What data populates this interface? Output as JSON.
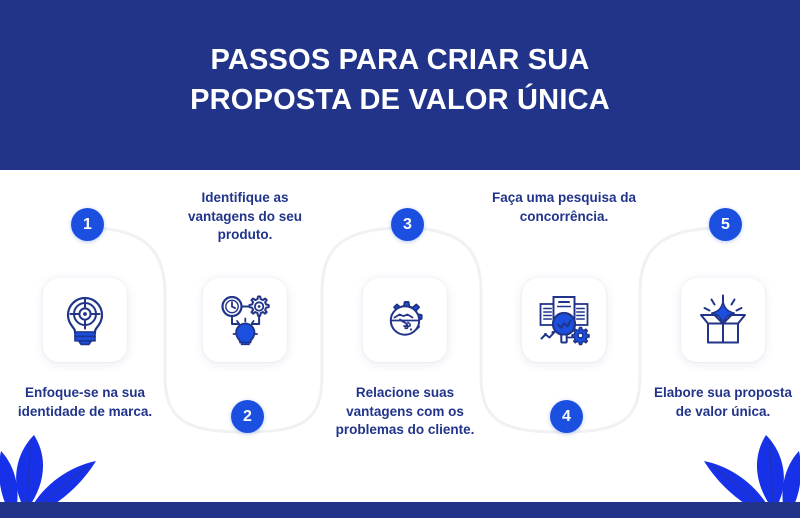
{
  "header": {
    "title": "PASSOS PARA CRIAR SUA\nPROPOSTA DE VALOR ÚNICA"
  },
  "colors": {
    "header_background": "#21348a",
    "page_background": "#ffffff",
    "badge_background": "#1a4fe0",
    "badge_text": "#ffffff",
    "caption_text": "#21348a",
    "icon_dark": "#21348a",
    "icon_accent": "#1a4fe0",
    "connector_line": "#f0f0f2",
    "leaf": "#1731e8",
    "bottom_bar": "#21348a"
  },
  "steps": [
    {
      "number": "1",
      "caption": "Enfoque-se na sua\nidentidade de marca.",
      "icon": "lightbulb-target-icon",
      "caption_position": "below"
    },
    {
      "number": "2",
      "caption": "Identifique as\nvantagens do seu\nproduto.",
      "icon": "clock-gear-lightbulb-icon",
      "caption_position": "above"
    },
    {
      "number": "3",
      "caption": "Relacione suas\nvantagens com os\nproblemas do cliente.",
      "icon": "gear-handshake-icon",
      "caption_position": "below"
    },
    {
      "number": "4",
      "caption": "Faça uma pesquisa da\nconcorrência.",
      "icon": "documents-magnifier-gear-icon",
      "caption_position": "above"
    },
    {
      "number": "5",
      "caption": "Elabore sua proposta\nde valor única.",
      "icon": "open-box-star-icon",
      "caption_position": "below"
    }
  ]
}
